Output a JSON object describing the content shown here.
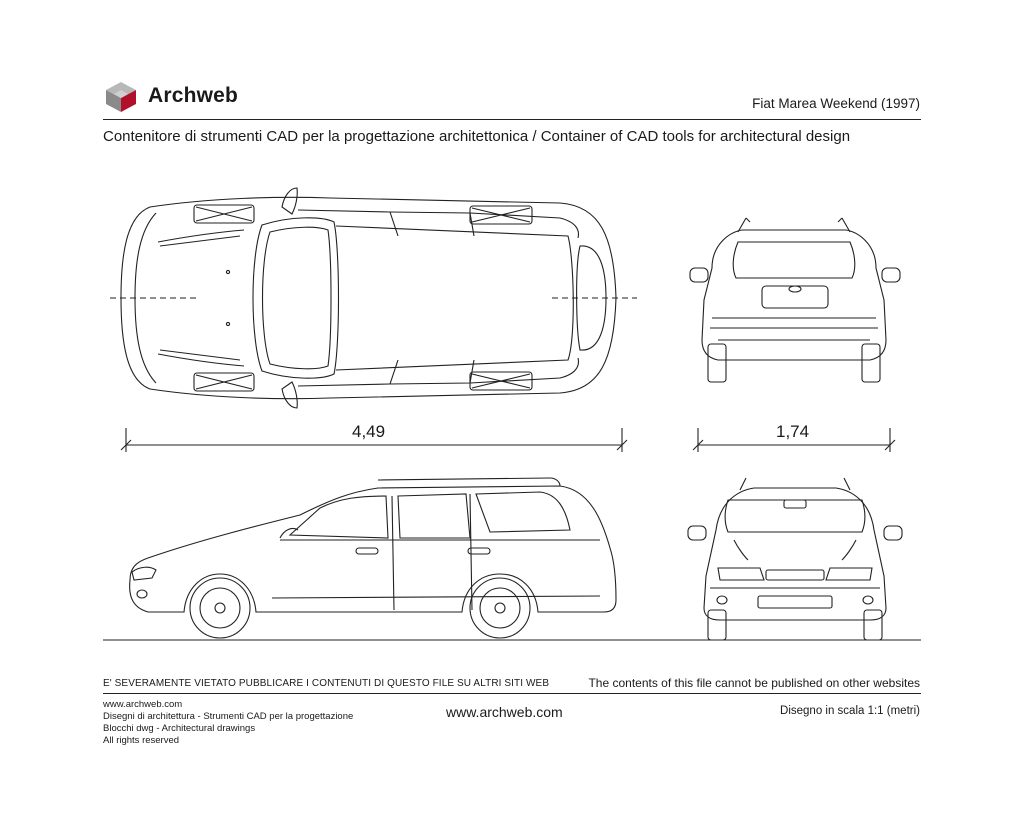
{
  "header": {
    "brand": "Archweb",
    "drawing_title": "Fiat Marea Weekend (1997)",
    "subtitle": "Contenitore di strumenti CAD per la progettazione architettonica  /  Container of CAD tools for architectural design"
  },
  "dimensions": {
    "length": "4,49",
    "width": "1,74"
  },
  "notices": {
    "italian": "E' SEVERAMENTE VIETATO PUBBLICARE I CONTENUTI DI QUESTO FILE SU ALTRI SITI WEB",
    "english": "The contents of this file cannot be published on other websites"
  },
  "footer": {
    "lines": [
      "www.archweb.com",
      "Disegni di architettura - Strumenti CAD  per la progettazione",
      "Blocchi dwg - Architectural drawings",
      "All rights reserved"
    ],
    "site": "www.archweb.com",
    "scale": "Disegno in scala 1:1 (metri)"
  },
  "colors": {
    "logo_red": "#b0102a",
    "logo_gray": "#8a8a8a",
    "line": "#222222"
  }
}
